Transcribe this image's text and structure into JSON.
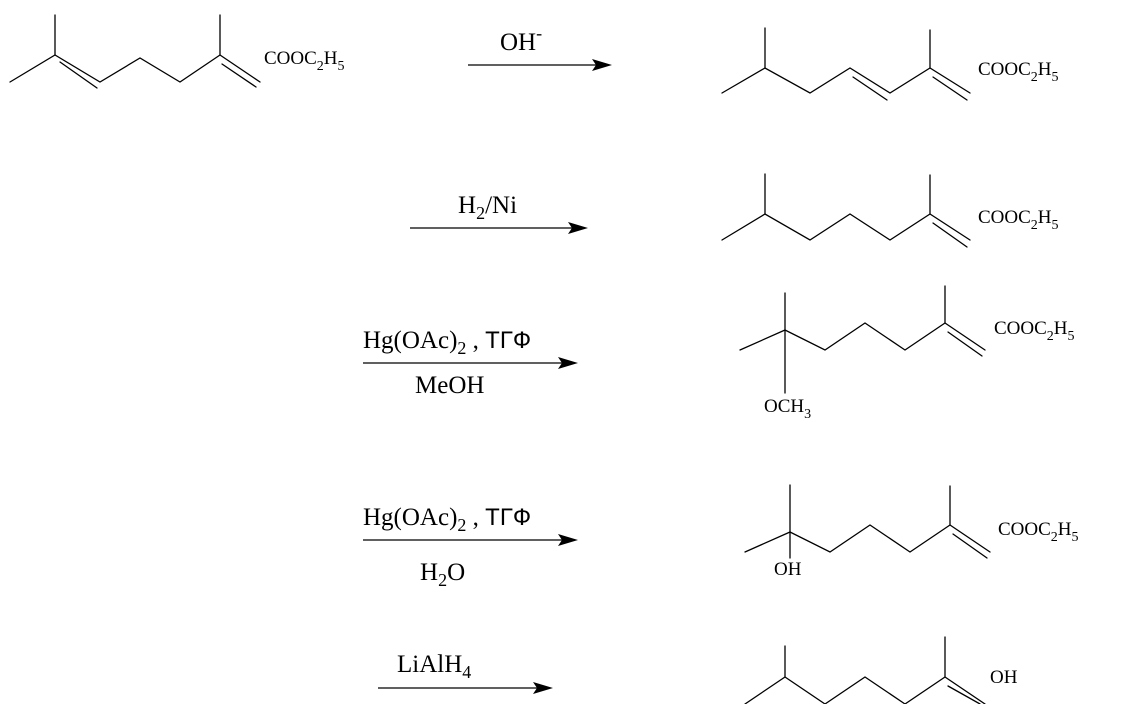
{
  "reagents": {
    "r1": {
      "main": "OH",
      "sup": "-"
    },
    "r2": {
      "h": "H",
      "two": "2",
      "rest": "/Ni"
    },
    "r3": {
      "hg": "Hg(OAc)",
      "two": "2",
      "comma": " , ",
      "solvent": "ТГФ",
      "below": "MeOH"
    },
    "r4": {
      "hg": "Hg(OAc)",
      "two": "2",
      "comma": " , ",
      "solvent": "ТГФ",
      "below_h": "H",
      "below_two": "2",
      "below_o": "O"
    },
    "r5": {
      "li": "LiAlH",
      "four": "4"
    }
  },
  "labels": {
    "ester": {
      "coo": "COOC",
      "two": "2",
      "h": "H",
      "five": "5"
    },
    "och3": {
      "och": "OCH",
      "three": "3"
    },
    "oh": "OH"
  }
}
